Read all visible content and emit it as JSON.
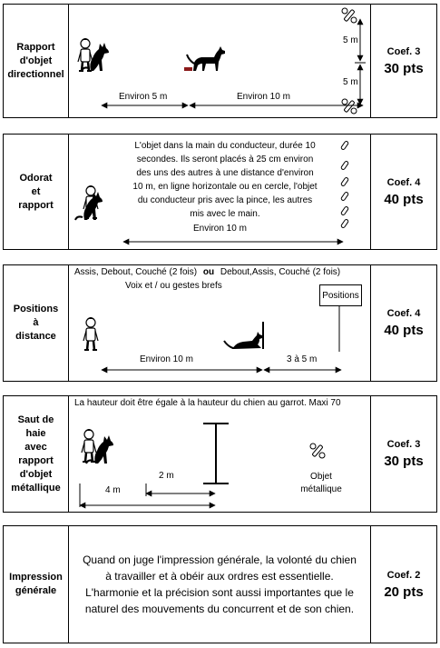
{
  "rows": [
    {
      "title_lines": [
        "Rapport",
        "d'objet",
        "directionnel"
      ],
      "coef": "Coef. 3",
      "pts": "30 pts",
      "labels": {
        "left_distance": "Environ 5 m",
        "right_distance": "Environ 10 m",
        "top_gap": "5 m",
        "bottom_gap": "5 m"
      }
    },
    {
      "title_lines": [
        "Odorat",
        "et",
        "rapport"
      ],
      "coef": "Coef. 4",
      "pts": "40 pts",
      "description_lines": [
        "L'objet dans la main du conducteur, durée 10",
        "secondes. Ils seront placés à 25 cm environ",
        "des uns des autres à une distance d'environ",
        "10 m, en ligne horizontale ou en cercle, l'objet",
        "du conducteur pris avec la pince, les autres",
        "mis avec le main."
      ],
      "distance": "Environ 10 m"
    },
    {
      "title_lines": [
        "Positions",
        "à",
        "distance"
      ],
      "coef": "Coef. 4",
      "pts": "40 pts",
      "positions_a": "Assis, Debout, Couché (2 fois)",
      "positions_or": "ou",
      "positions_b": "Debout,Assis, Couché (2 fois)",
      "voice_line": "Voix et / ou gestes brefs",
      "sign_label": "Positions",
      "distance_main": "Environ 10 m",
      "distance_side": "3 à 5 m"
    },
    {
      "title_lines": [
        "Saut de",
        "haie",
        "avec",
        "rapport",
        "d'objet",
        "métallique"
      ],
      "coef": "Coef. 3",
      "pts": "30 pts",
      "height_note": "La hauteur doit être égale à la hauteur du chien au garrot. Maxi 70",
      "distance_2m": "2 m",
      "distance_4m": "4 m",
      "object_lines": [
        "Objet",
        "métallique"
      ]
    },
    {
      "title_lines": [
        "Impression",
        "générale"
      ],
      "coef": "Coef. 2",
      "pts": "20 pts",
      "text_lines": [
        "Quand on juge l'impression générale, la volonté du chien",
        "à travailler et à obéir aux ordres est essentielle.",
        "L'harmonie et la précision sont aussi importantes que le",
        "naturel des mouvements du concurrent et de son chien."
      ]
    }
  ]
}
